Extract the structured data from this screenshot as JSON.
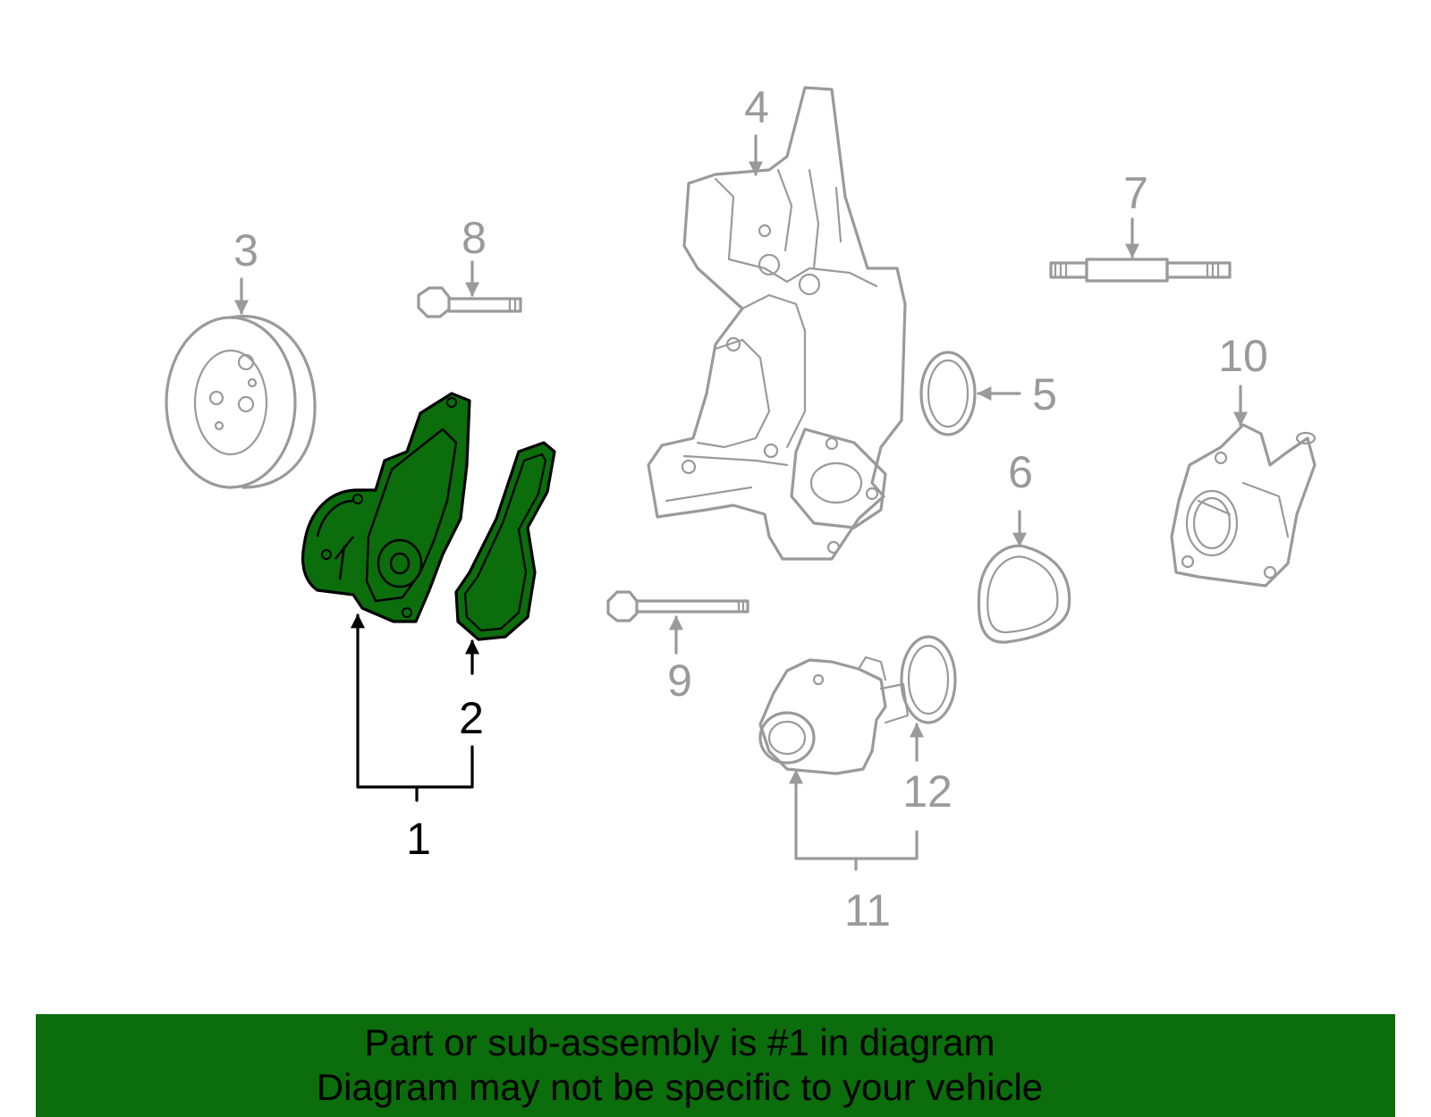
{
  "callouts": {
    "c1": "1",
    "c2": "2",
    "c3": "3",
    "c4": "4",
    "c5": "5",
    "c6": "6",
    "c7": "7",
    "c8": "8",
    "c9": "9",
    "c10": "10",
    "c11": "11",
    "c12": "12"
  },
  "banner": {
    "line1": "Part or sub-assembly is #1 in diagram",
    "line2": "Diagram may not be specific to your vehicle"
  },
  "colors": {
    "highlight": "#0b6d0b",
    "parts_gray": "#9a9a9a",
    "background": "#ffffff"
  }
}
